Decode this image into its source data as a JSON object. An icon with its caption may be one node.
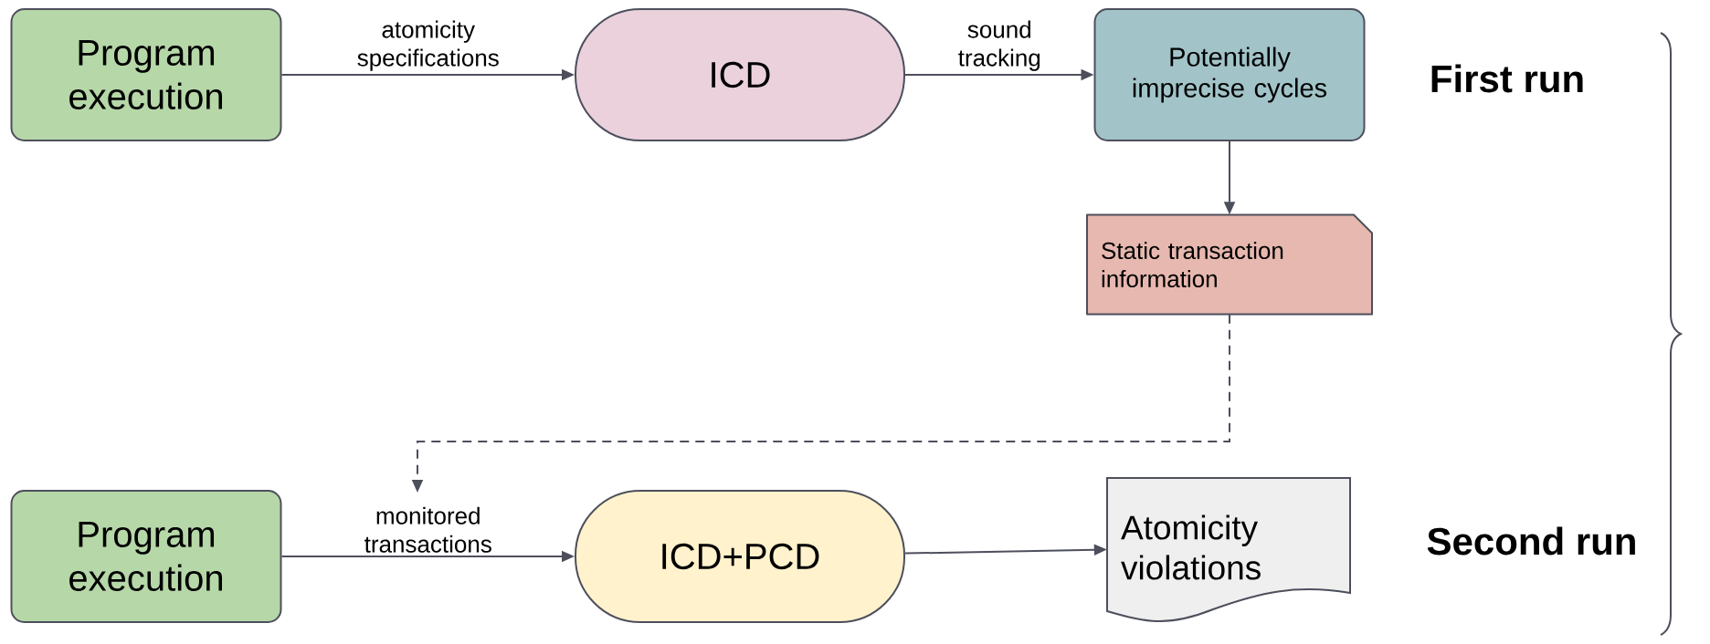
{
  "diagram": {
    "nodes": [
      {
        "text": [
          "Program execution"
        ]
      },
      {
        "text": [
          "ICD"
        ]
      },
      {
        "text": [
          "Potentially imprecise cycles"
        ]
      },
      {
        "text": [
          "Static transaction information"
        ]
      },
      {
        "text": [
          "Program execution"
        ]
      },
      {
        "text": [
          "ICD+PCD"
        ]
      },
      {
        "text": [
          "Atomicity violations"
        ]
      }
    ],
    "edges": [
      {
        "from": 0,
        "to": 1,
        "arrow": "to",
        "label": "atomicity specifications"
      },
      {
        "from": 1,
        "to": 2,
        "arrow": "to",
        "label": "sound tracking"
      },
      {
        "from": 2,
        "to": 3,
        "arrow": "to"
      },
      {
        "from": 3,
        "to": null,
        "arrow": "to",
        "style": "dashed"
      },
      {
        "from": 4,
        "to": 5,
        "arrow": "to",
        "label": "monitored transactions"
      },
      {
        "from": 5,
        "to": 6,
        "arrow": "to"
      }
    ],
    "labels": [
      "First run",
      "Second run"
    ]
  }
}
